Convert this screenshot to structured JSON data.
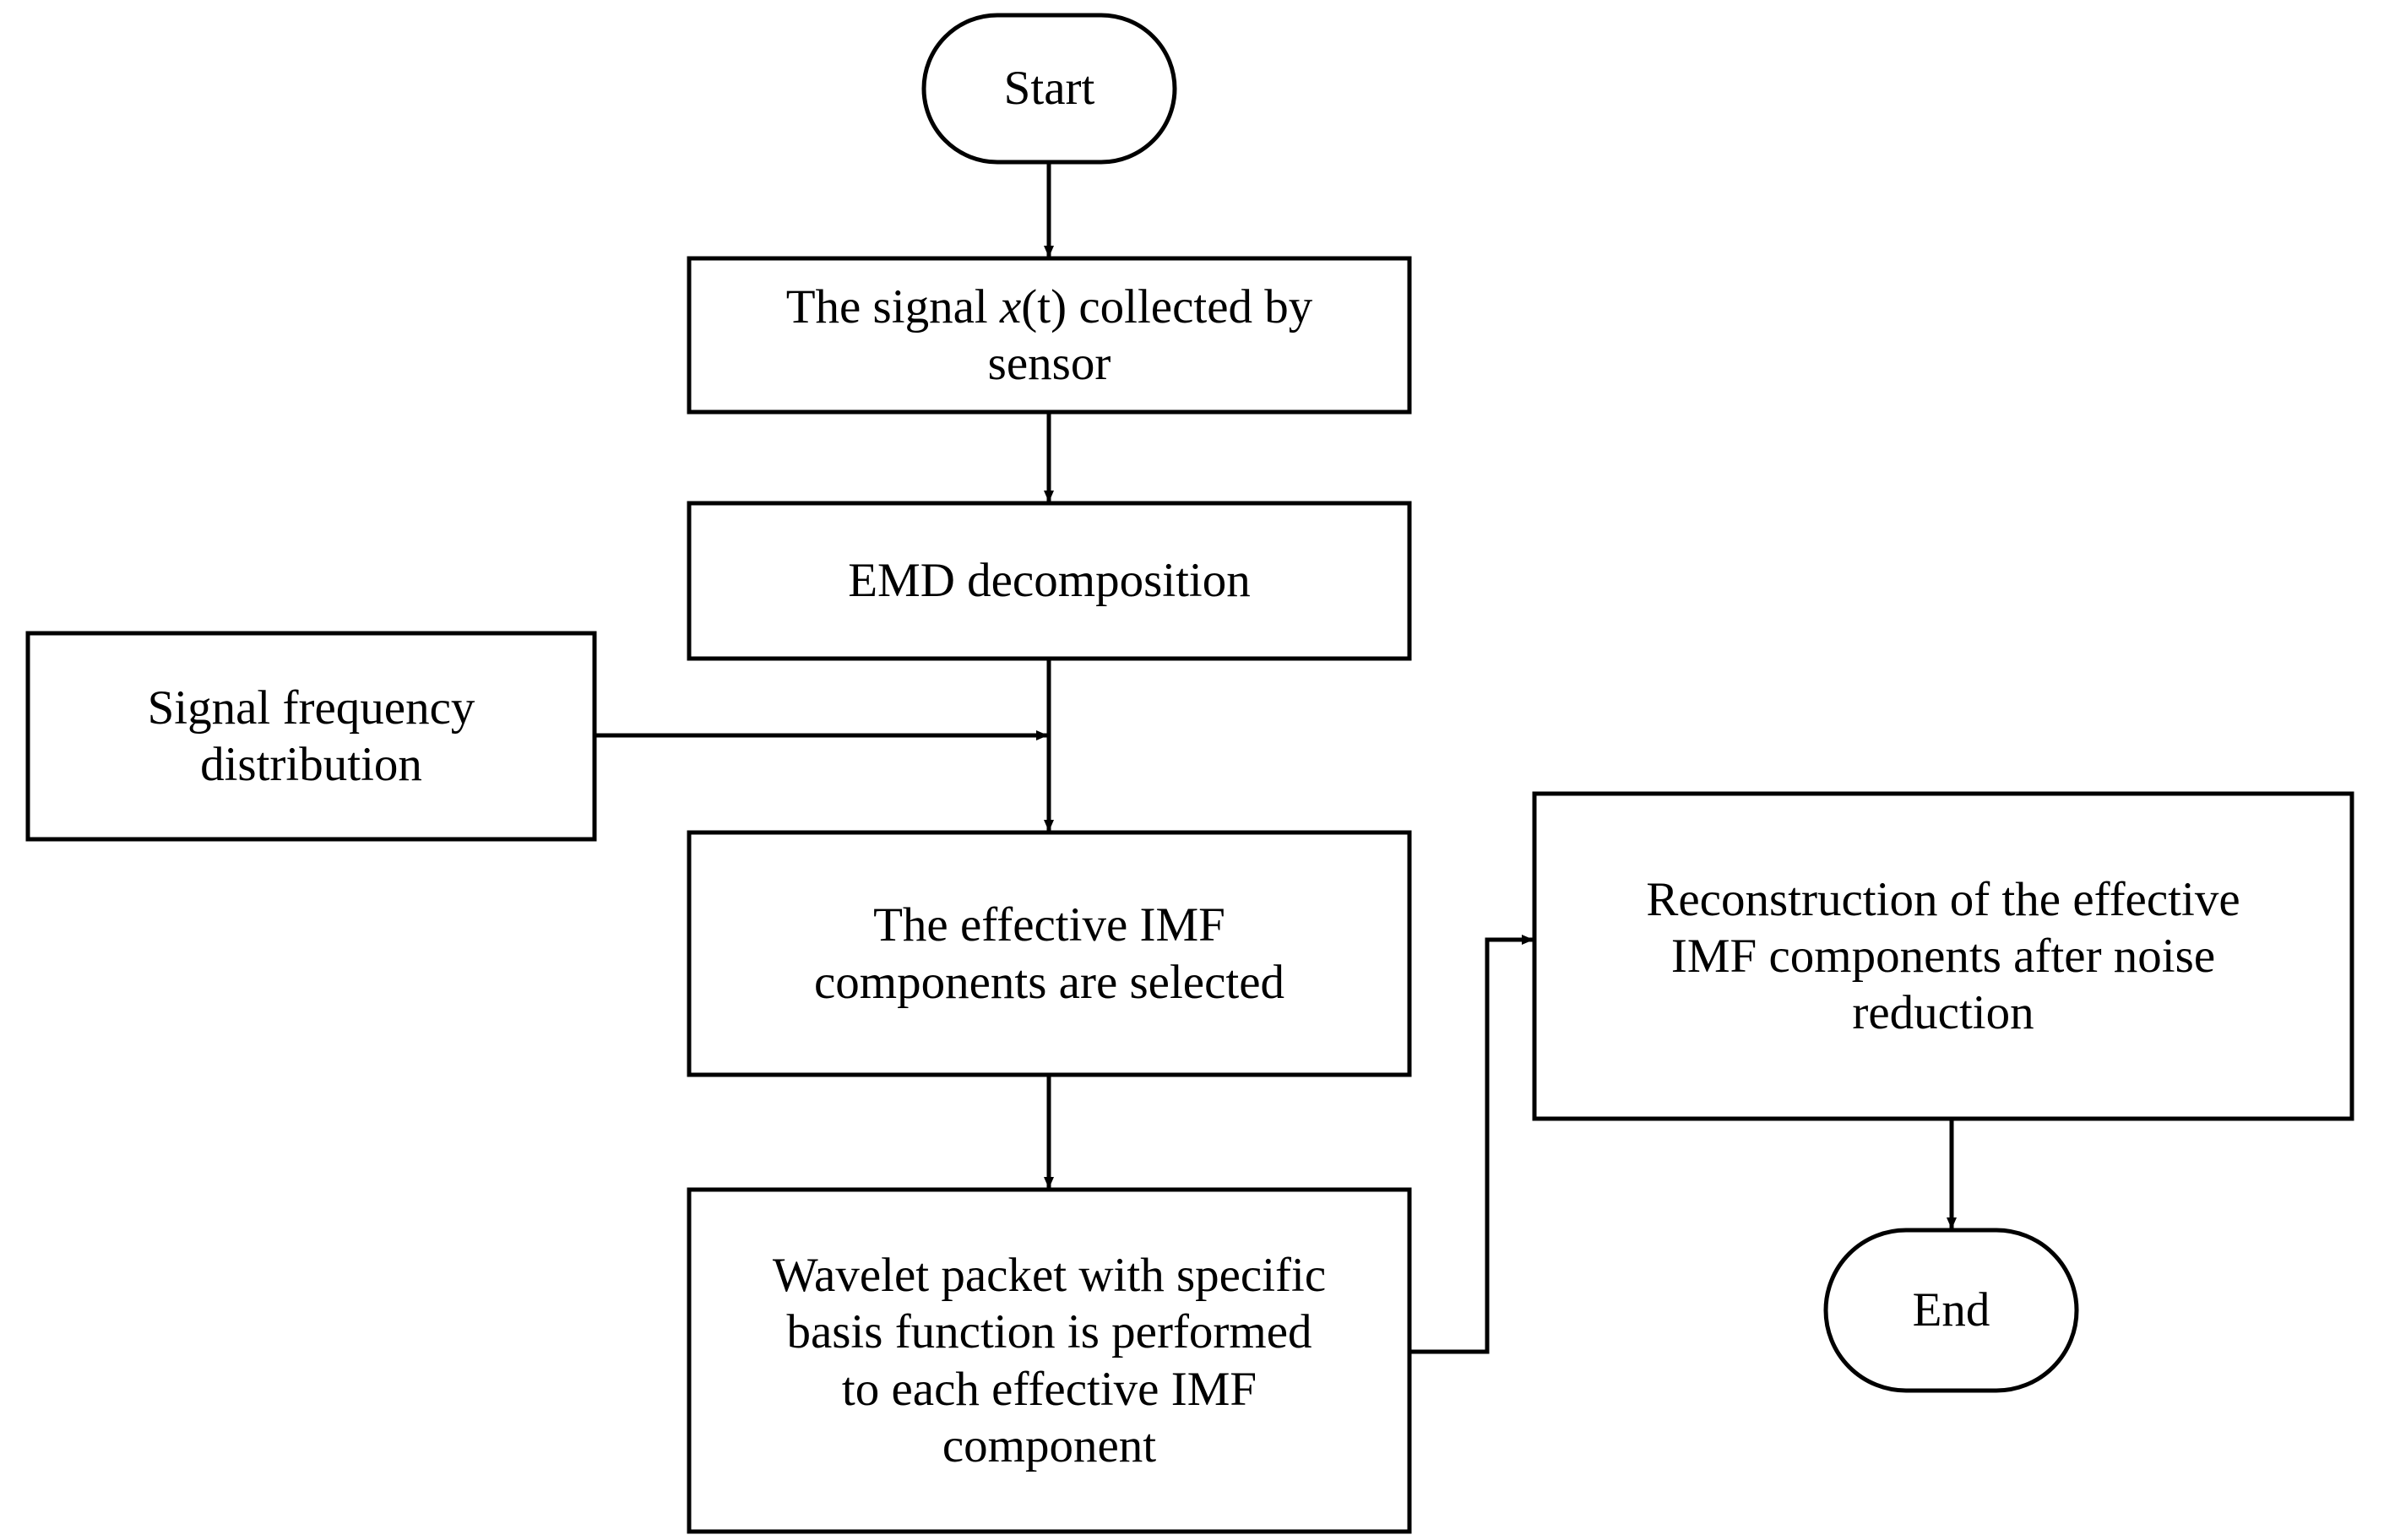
{
  "diagram": {
    "title": "EMD wavelet packet denoising flowchart",
    "stroke_color": "#000000",
    "background_color": "#ffffff",
    "nodes": {
      "start": {
        "label": "Start",
        "shape": "terminator"
      },
      "signal": {
        "label": "The signal x(t) collected by\nsensor",
        "shape": "process",
        "line1_pre": "The signal ",
        "line1_var": "x",
        "line1_post": "(t) collected by",
        "line2": "sensor"
      },
      "emd": {
        "label": "EMD decomposition",
        "shape": "process"
      },
      "freq": {
        "label": "Signal frequency\ndistribution",
        "shape": "process"
      },
      "imf_select": {
        "label": "The effective IMF\ncomponents are selected",
        "shape": "process"
      },
      "wavelet": {
        "label": "Wavelet packet with specific\nbasis function is performed\nto each effective IMF\ncomponent",
        "shape": "process"
      },
      "reconstruction": {
        "label": "Reconstruction of the effective\nIMF components after noise\nreduction",
        "shape": "process"
      },
      "end": {
        "label": "End",
        "shape": "terminator"
      }
    },
    "edges": [
      {
        "from": "start",
        "to": "signal",
        "style": "straight-down"
      },
      {
        "from": "signal",
        "to": "emd",
        "style": "straight-down"
      },
      {
        "from": "emd",
        "to": "imf_select",
        "style": "straight-down"
      },
      {
        "from": "freq",
        "to": "emd-imf-link",
        "style": "straight-right"
      },
      {
        "from": "imf_select",
        "to": "wavelet",
        "style": "straight-down"
      },
      {
        "from": "wavelet",
        "to": "reconstruction",
        "style": "elbow-right-up"
      },
      {
        "from": "reconstruction",
        "to": "end",
        "style": "straight-down"
      }
    ]
  }
}
